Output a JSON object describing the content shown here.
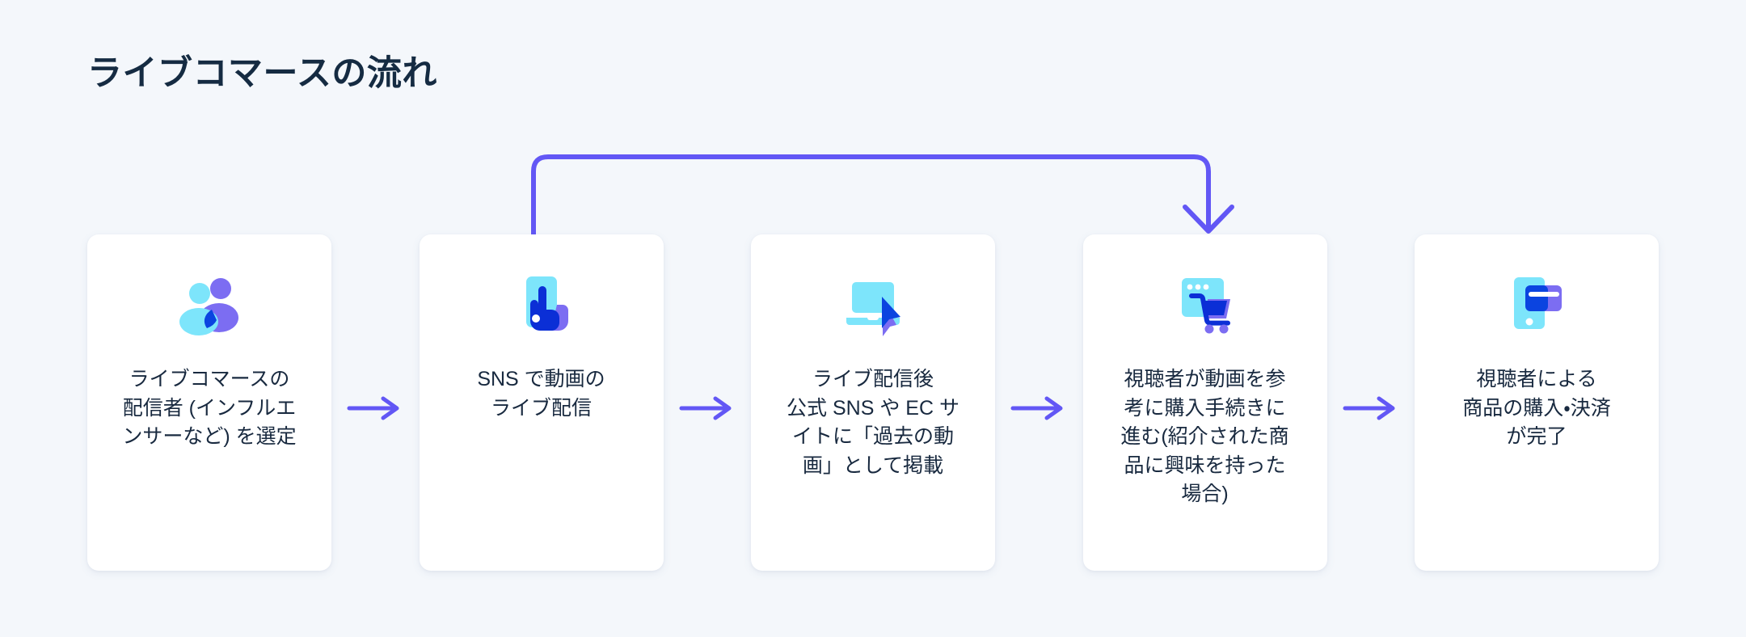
{
  "page": {
    "title": "ライブコマースの流れ",
    "background_color": "#f4f7fb",
    "title_color": "#152b42",
    "card_color": "#ffffff",
    "accent_color": "#6257f5",
    "icon_cyan": "#7de5fb",
    "icon_blue": "#0b44e0",
    "icon_purple": "#7c6df2"
  },
  "flow": {
    "steps": [
      {
        "index": 1,
        "icon": "two-people-icon",
        "label": "ライブコマースの\n配信者 (インフルエ\nンサーなど) を選定"
      },
      {
        "index": 2,
        "icon": "phone-tap-icon",
        "label": "SNS で動画の\nライブ配信"
      },
      {
        "index": 3,
        "icon": "laptop-cursor-icon",
        "label": "ライブ配信後\n公式 SNS や EC サ\nイトに「過去の動\n画」として掲載"
      },
      {
        "index": 4,
        "icon": "browser-cart-icon",
        "label": "視聴者が動画を参\n考に購入手続きに\n進む(紹介された商\n品に興味を持った\n場合)"
      },
      {
        "index": 5,
        "icon": "phone-card-icon",
        "label": "視聴者による\n商品の購入・決済\nが完了"
      }
    ],
    "connectors": [
      {
        "from": 1,
        "to": 2,
        "type": "arrow-right"
      },
      {
        "from": 2,
        "to": 3,
        "type": "arrow-right"
      },
      {
        "from": 3,
        "to": 4,
        "type": "arrow-right"
      },
      {
        "from": 4,
        "to": 5,
        "type": "arrow-right"
      }
    ],
    "loop_connector": {
      "from": 2,
      "to": 4,
      "type": "arrow-loop-down"
    }
  }
}
